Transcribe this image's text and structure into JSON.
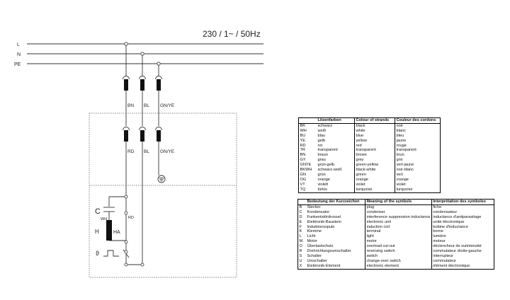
{
  "diagram": {
    "voltage": "230 / 1~ / 50Hz",
    "lines": [
      "L",
      "N",
      "PE"
    ],
    "upper_labels": [
      "BN",
      "BL",
      "GN/YE"
    ],
    "lower_labels": [
      "RD",
      "BL",
      "GN/YE"
    ],
    "heater_labels": {
      "c": "C",
      "wh": "WH",
      "rd": "RD",
      "h": "H",
      "ha": "HA",
      "s": "ϑ"
    }
  },
  "colors_table": {
    "headers": [
      "",
      "Litzenfarben",
      "Colour of strands",
      "Couleur des cordons"
    ],
    "rows": [
      [
        "BK",
        "schwarz",
        "black",
        "noir"
      ],
      [
        "WH",
        "weiß",
        "white",
        "blanc"
      ],
      [
        "BU",
        "blau",
        "blue",
        "bleu"
      ],
      [
        "YE",
        "gelb",
        "yellow",
        "jaune"
      ],
      [
        "RD",
        "rot",
        "red",
        "rouge"
      ],
      [
        "TR",
        "transparent",
        "transparent",
        "transparent"
      ],
      [
        "BN",
        "braun",
        "brown",
        "brun"
      ],
      [
        "GY",
        "grau",
        "grey",
        "gris"
      ],
      [
        "GNYE",
        "grün-gelb",
        "green-yellow",
        "vert-jaune"
      ],
      [
        "BKWH",
        "schwarz-weiß",
        "black-white",
        "noir-blanc"
      ],
      [
        "GN",
        "grün",
        "green",
        "vert"
      ],
      [
        "OG",
        "orange",
        "orange",
        "orange"
      ],
      [
        "VT",
        "violett",
        "violet",
        "violet"
      ],
      [
        "TQ",
        "türkis",
        "turquoise",
        "turquoise"
      ]
    ]
  },
  "symbols_table": {
    "headers": [
      "",
      "Bedeutung der Kurzzeichen",
      "Meaning of the symbols",
      "Interprétation des symboles"
    ],
    "rows": [
      [
        "B",
        "Stecker",
        "plug",
        "fiche"
      ],
      [
        "C",
        "Kondensator",
        "condenser",
        "condensateur"
      ],
      [
        "D",
        "Funkentstördrossel",
        "interference suppression inductance",
        "inductance d'antiparasitage"
      ],
      [
        "E",
        "Elektronik-Baustein",
        "electronic unit",
        "unité électronique"
      ],
      [
        "F",
        "Induktionsspule",
        "induction coil",
        "bobine d'inductance"
      ],
      [
        "K",
        "Klemme",
        "terminal",
        "borne"
      ],
      [
        "L",
        "Licht",
        "light",
        "lumière"
      ],
      [
        "M",
        "Motor",
        "motor",
        "moteur"
      ],
      [
        "O",
        "Überlastschutz",
        "overload cut-out",
        "déclencheur de surintensité"
      ],
      [
        "R",
        "Drehrichtungsumschalter",
        "reversing switch",
        "commutateur droite-gauche"
      ],
      [
        "S",
        "Schalter",
        "switch",
        "interrupteur"
      ],
      [
        "U",
        "Umschalter",
        "change-over switch",
        "commutateur"
      ],
      [
        "X",
        "Elektronik-Element",
        "electronic element",
        "élément électronique"
      ]
    ]
  }
}
